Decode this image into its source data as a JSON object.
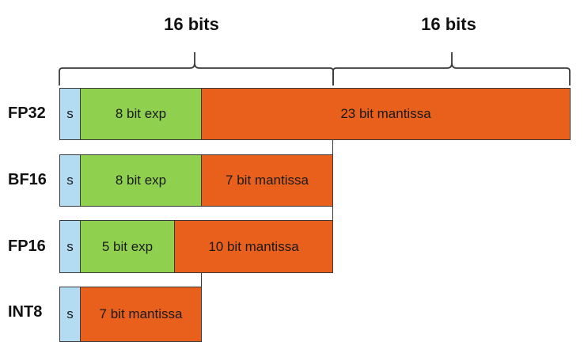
{
  "brackets": {
    "left_label": "16 bits",
    "right_label": "16 bits"
  },
  "rows": [
    {
      "name": "FP32",
      "sign": "s",
      "exponent": "8 bit exp",
      "mantissa": "23 bit mantissa"
    },
    {
      "name": "BF16",
      "sign": "s",
      "exponent": "8 bit exp",
      "mantissa": "7 bit mantissa"
    },
    {
      "name": "FP16",
      "sign": "s",
      "exponent": "5 bit exp",
      "mantissa": "10 bit mantissa"
    },
    {
      "name": "INT8",
      "sign": "s",
      "exponent": "",
      "mantissa": "7 bit mantissa"
    }
  ],
  "colors": {
    "sign": "#b3dcf2",
    "exponent": "#8fd14f",
    "mantissa": "#e8601c",
    "outline": "#3a3a3a"
  }
}
